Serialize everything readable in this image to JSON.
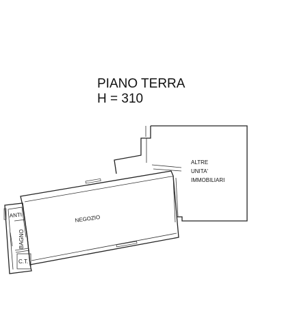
{
  "plan": {
    "floor": "PIANO TERRA",
    "height": "H = 310"
  },
  "rooms": {
    "negozio": "NEGOZIO",
    "anti": "ANTI",
    "bagno": "BAGNO",
    "ct": "C.T.",
    "altre_line1": "ALTRE",
    "altre_line2": "UNITA'",
    "altre_line3": "IMMOBILIARI"
  }
}
